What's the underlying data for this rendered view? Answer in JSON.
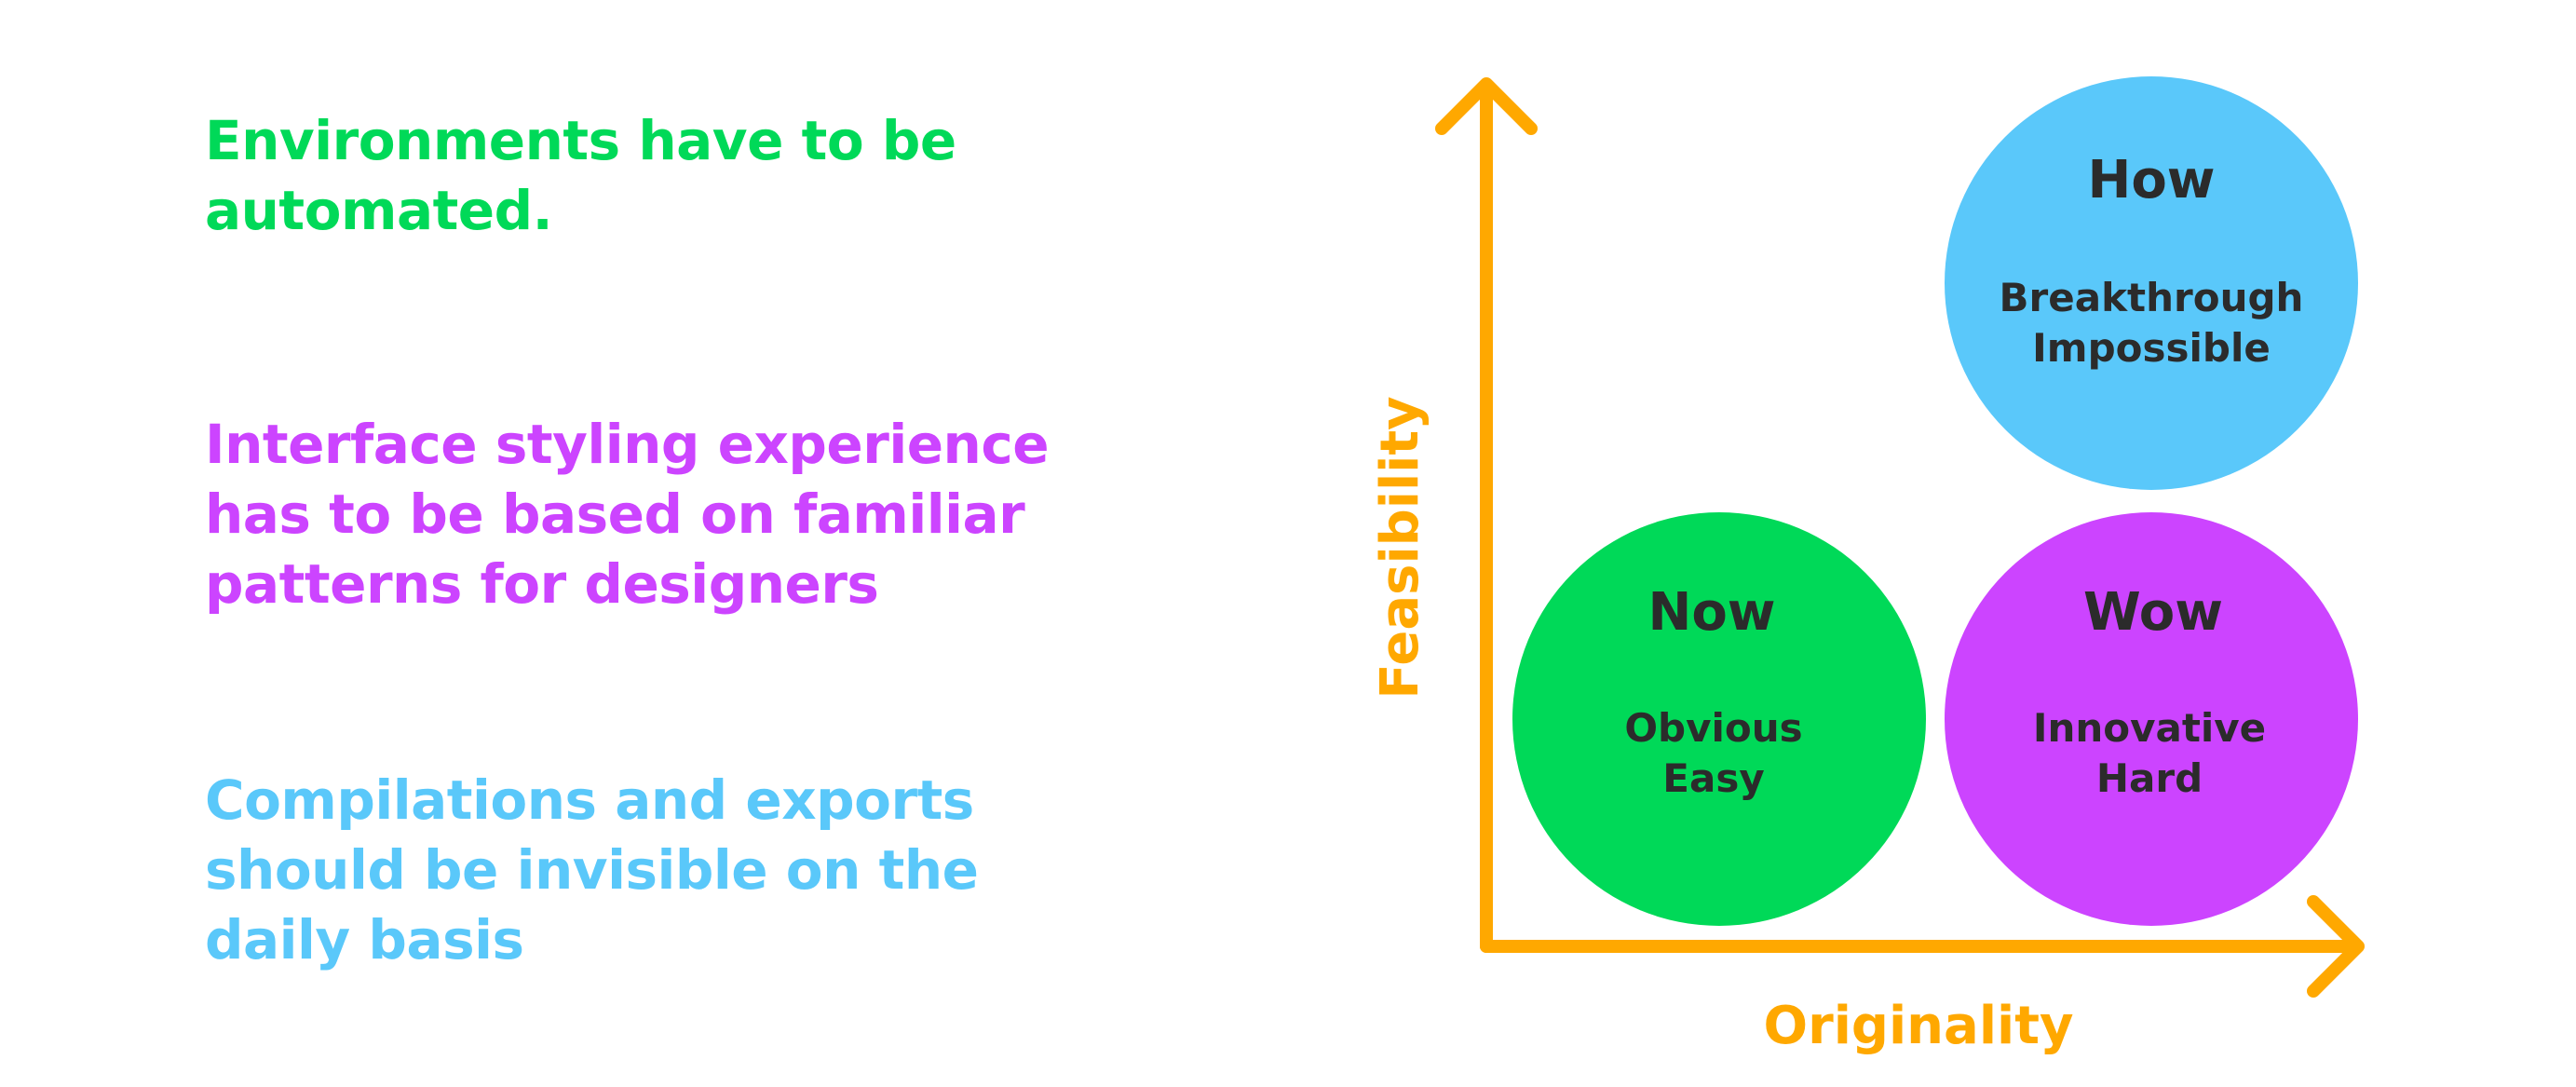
{
  "colors": {
    "green": "#00d958",
    "magenta": "#cc44ff",
    "blue": "#5ac8fa",
    "orange": "#ffa800",
    "dark_text": "#2b2b2b"
  },
  "statements": [
    {
      "text": "Environments have to be\nautomated.",
      "color": "#00d958"
    },
    {
      "text": "Interface styling experience\nhas to be based on familiar\npatterns for designers",
      "color": "#cc44ff"
    },
    {
      "text": "Compilations and exports\nshould be invisible on the\ndaily basis",
      "color": "#5ac8fa"
    }
  ],
  "diagram": {
    "x_axis_label": "Originality",
    "y_axis_label": "Feasibility",
    "axis_color": "#ffa800",
    "circles": [
      {
        "title": "Now",
        "line1": "Obvious",
        "line2": "Easy",
        "color": "#00d958"
      },
      {
        "title": "Wow",
        "line1": "Innovative",
        "line2": "Hard",
        "color": "#cc44ff"
      },
      {
        "title": "How",
        "line1": "Breakthrough",
        "line2": "Impossible",
        "color": "#5ac8fa"
      }
    ]
  }
}
